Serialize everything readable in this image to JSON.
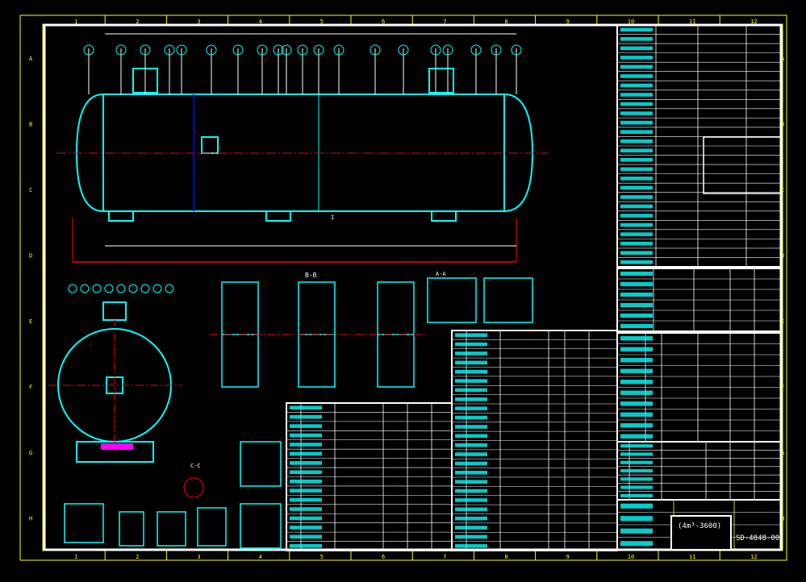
{
  "colors": {
    "background": "#000000",
    "frame": "#ffff00",
    "border": "#ffffff",
    "vessel": "#00ffff",
    "centerline": "#ff0000",
    "dims": "#ffffff",
    "hidden": "#0000ff",
    "hatch": "#00ff00"
  },
  "grid": {
    "columns": [
      "1",
      "2",
      "3",
      "4",
      "5",
      "6",
      "7",
      "8",
      "9",
      "10",
      "11",
      "12"
    ],
    "rows": [
      "A",
      "B",
      "C",
      "D",
      "E",
      "F",
      "G",
      "H"
    ]
  },
  "sections": {
    "aa": "A-A",
    "bb": "B-B",
    "cc": "C-C",
    "i": "I"
  },
  "title_block": {
    "model": "(4m³-3600)",
    "drawing_no": "SD-4848-00"
  }
}
